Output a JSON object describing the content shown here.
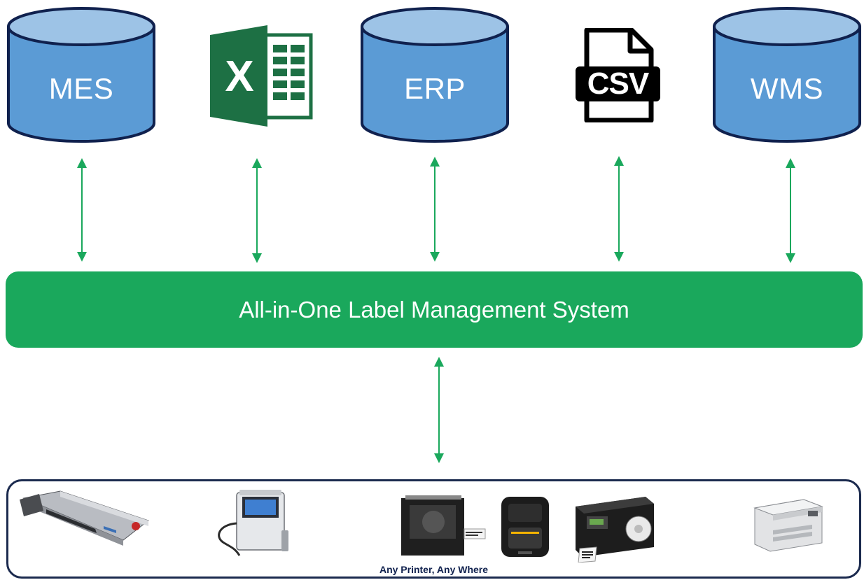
{
  "sources": {
    "mes": {
      "label": "MES",
      "icon": "database-cylinder-icon"
    },
    "excel": {
      "label": "X",
      "icon": "excel-icon"
    },
    "erp": {
      "label": "ERP",
      "icon": "database-cylinder-icon"
    },
    "csv": {
      "label": "CSV",
      "icon": "csv-file-icon"
    },
    "wms": {
      "label": "WMS",
      "icon": "database-cylinder-icon"
    }
  },
  "hub": {
    "title": "All-in-One Label Management System"
  },
  "printers": {
    "caption": "Any Printer, Any Where",
    "devices": [
      "laser-marker-icon",
      "inkjet-printer-icon",
      "print-engine-icon",
      "mobile-printer-icon",
      "industrial-label-printer-icon",
      "laser-printer-icon"
    ]
  },
  "colors": {
    "cylinder_fill": "#5b9bd5",
    "cylinder_top": "#9dc3e6",
    "cylinder_stroke": "#10214e",
    "arrow": "#1aa85c",
    "hub": "#1aa85c",
    "excel_green": "#1d7044",
    "panel_border": "#1b2a4e"
  }
}
